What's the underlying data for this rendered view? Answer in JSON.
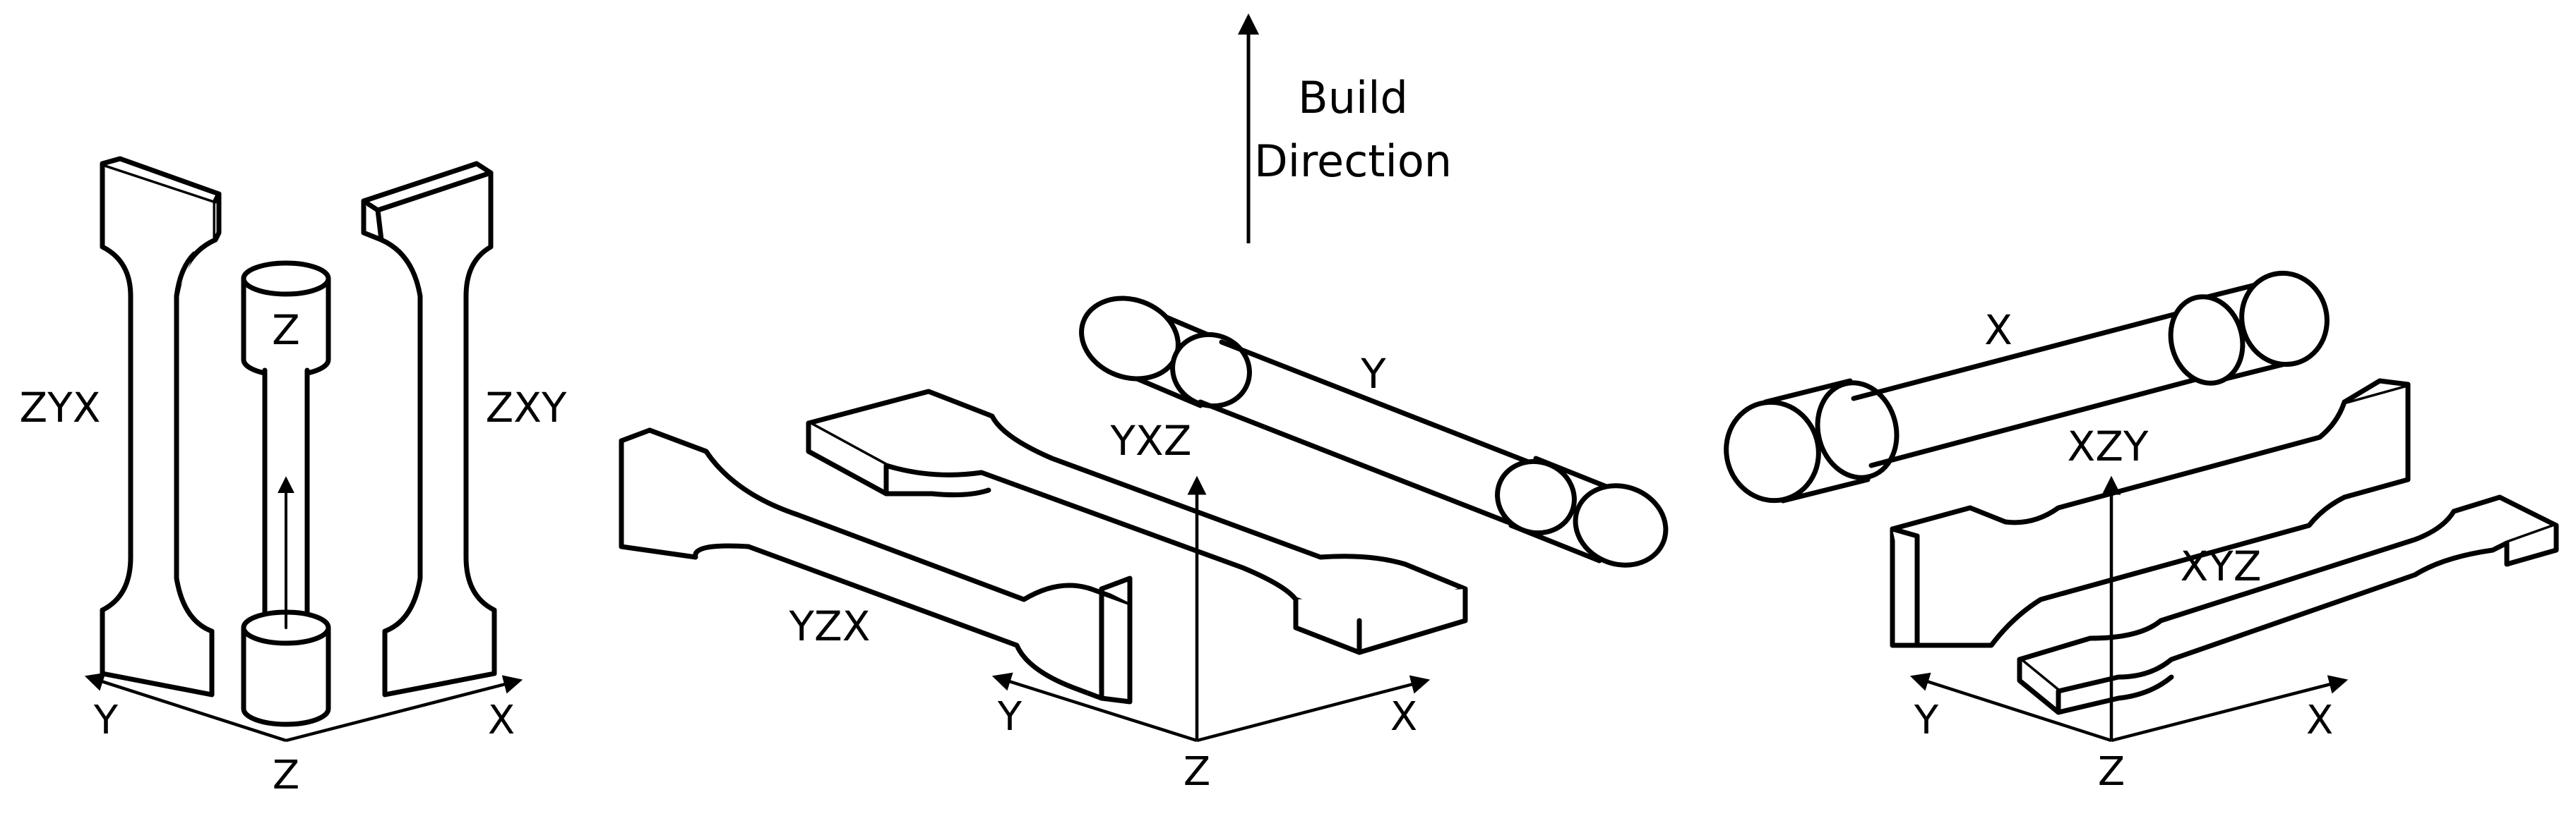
{
  "build_direction": {
    "line1": "Build",
    "line2": "Direction"
  },
  "groups": [
    {
      "specimen_labels": [
        "ZYX",
        "Z",
        "ZXY"
      ],
      "axes": {
        "x": "X",
        "y": "Y",
        "z": "Z"
      }
    },
    {
      "specimen_labels": [
        "YZX",
        "YXZ",
        "Y"
      ],
      "axes": {
        "x": "X",
        "y": "Y",
        "z": "Z"
      }
    },
    {
      "specimen_labels": [
        "XZY",
        "XYZ",
        "X"
      ],
      "axes": {
        "x": "X",
        "y": "Y",
        "z": "Z"
      }
    }
  ]
}
